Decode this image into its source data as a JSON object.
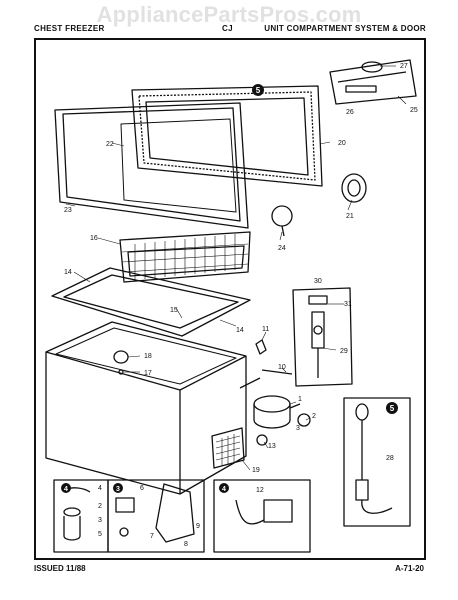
{
  "watermark": "AppliancePartsPros.com",
  "header": {
    "left": "CHEST FREEZER",
    "middle": "CJ",
    "right": "UNIT COMPARTMENT SYSTEM & DOOR"
  },
  "footer": {
    "issued": "ISSUED 11/88",
    "page_code": "A-71-20"
  },
  "callouts": [
    "1",
    "2",
    "3",
    "4",
    "5",
    "6",
    "7",
    "8",
    "9",
    "10",
    "11",
    "12",
    "13",
    "14",
    "15",
    "16",
    "17",
    "18",
    "19",
    "20",
    "21",
    "22",
    "23",
    "24",
    "25",
    "26",
    "27",
    "28",
    "29",
    "30",
    "31"
  ],
  "circle_markers": {
    "door_gasket": "5",
    "detail_a": "4",
    "detail_b": "3",
    "detail_c": "4",
    "detail_d": "5"
  }
}
